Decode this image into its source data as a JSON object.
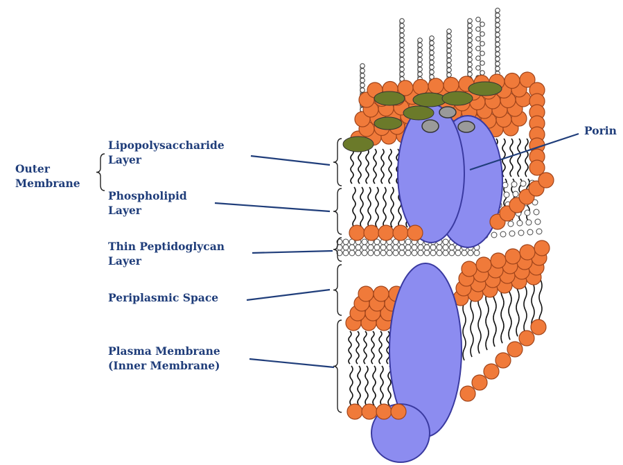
{
  "labels": {
    "outer_membrane": [
      "Outer",
      "Membrane"
    ],
    "lipopolysaccharide": [
      "Lipopolysaccharide",
      "Layer"
    ],
    "phospholipid": [
      "Phospholipid",
      "Layer"
    ],
    "peptidoglycan": [
      "Thin Peptidoglycan",
      "Layer"
    ],
    "periplasmic": [
      "Periplasmic Space"
    ],
    "plasma_membrane": [
      "Plasma Membrane",
      "(Inner Membrane)"
    ],
    "porin": [
      "Porin"
    ]
  },
  "colors": {
    "label_text": "#1f3d7a",
    "leader_line": "#1f3d7a",
    "lipid_head": "#f07a3a",
    "lipid_head_outline": "#a0441a",
    "protein": "#8c8cf0",
    "protein_outline": "#3a3aa0",
    "lps_cap": "#6b7a2a",
    "porin_hole": "#9a9a9a"
  }
}
